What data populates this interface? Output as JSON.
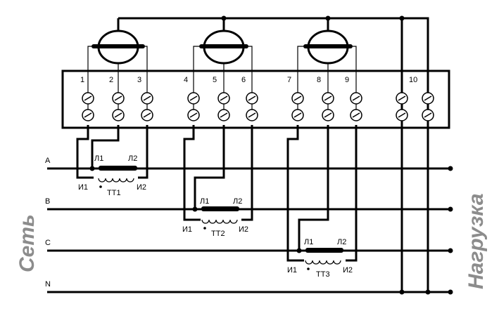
{
  "side_labels": {
    "left": "Сеть",
    "right": "Нагрузка"
  },
  "lines": [
    {
      "id": "A",
      "label": "A"
    },
    {
      "id": "B",
      "label": "B"
    },
    {
      "id": "C",
      "label": "C"
    },
    {
      "id": "N",
      "label": "N"
    }
  ],
  "terminals": [
    "1",
    "2",
    "3",
    "4",
    "5",
    "6",
    "7",
    "8",
    "9",
    "10"
  ],
  "transformers": [
    {
      "name": "ТТ1",
      "l1": "Л1",
      "l2": "Л2",
      "i1": "И1",
      "i2": "И2"
    },
    {
      "name": "ТТ2",
      "l1": "Л1",
      "l2": "Л2",
      "i1": "И1",
      "i2": "И2"
    },
    {
      "name": "ТТ3",
      "l1": "Л1",
      "l2": "Л2",
      "i1": "И1",
      "i2": "И2"
    }
  ]
}
